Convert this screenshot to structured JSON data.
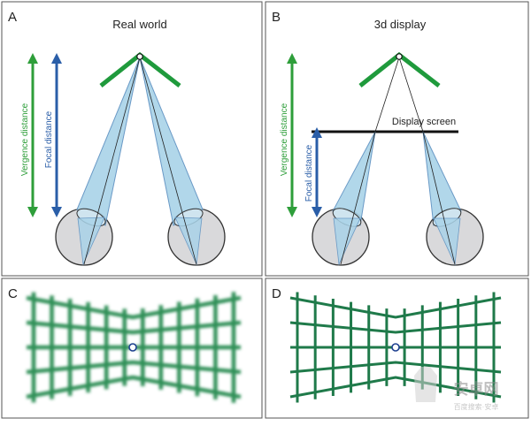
{
  "panels": {
    "a": {
      "letter": "A",
      "title": "Real world",
      "vergence_label": "Vergence distance",
      "focal_label": "Focal distance"
    },
    "b": {
      "letter": "B",
      "title": "3d display",
      "screen_label": "Display screen",
      "vergence_label": "Vergence distance",
      "focal_label": "Focal distance"
    },
    "c": {
      "letter": "C"
    },
    "d": {
      "letter": "D"
    }
  },
  "watermark": {
    "text": "安卓网",
    "sub": "百度搜索·安卓"
  },
  "colors": {
    "vergence_green": "#2e9e3a",
    "chevron_green": "#1f9a3c",
    "focal_blue": "#2a5ea8",
    "cone_fill": "#a9d3e8",
    "cone_stroke": "#5a8fc0",
    "eye_fill": "#d9d9db",
    "grid_green": "#2f8f57",
    "frame": "#555555"
  }
}
